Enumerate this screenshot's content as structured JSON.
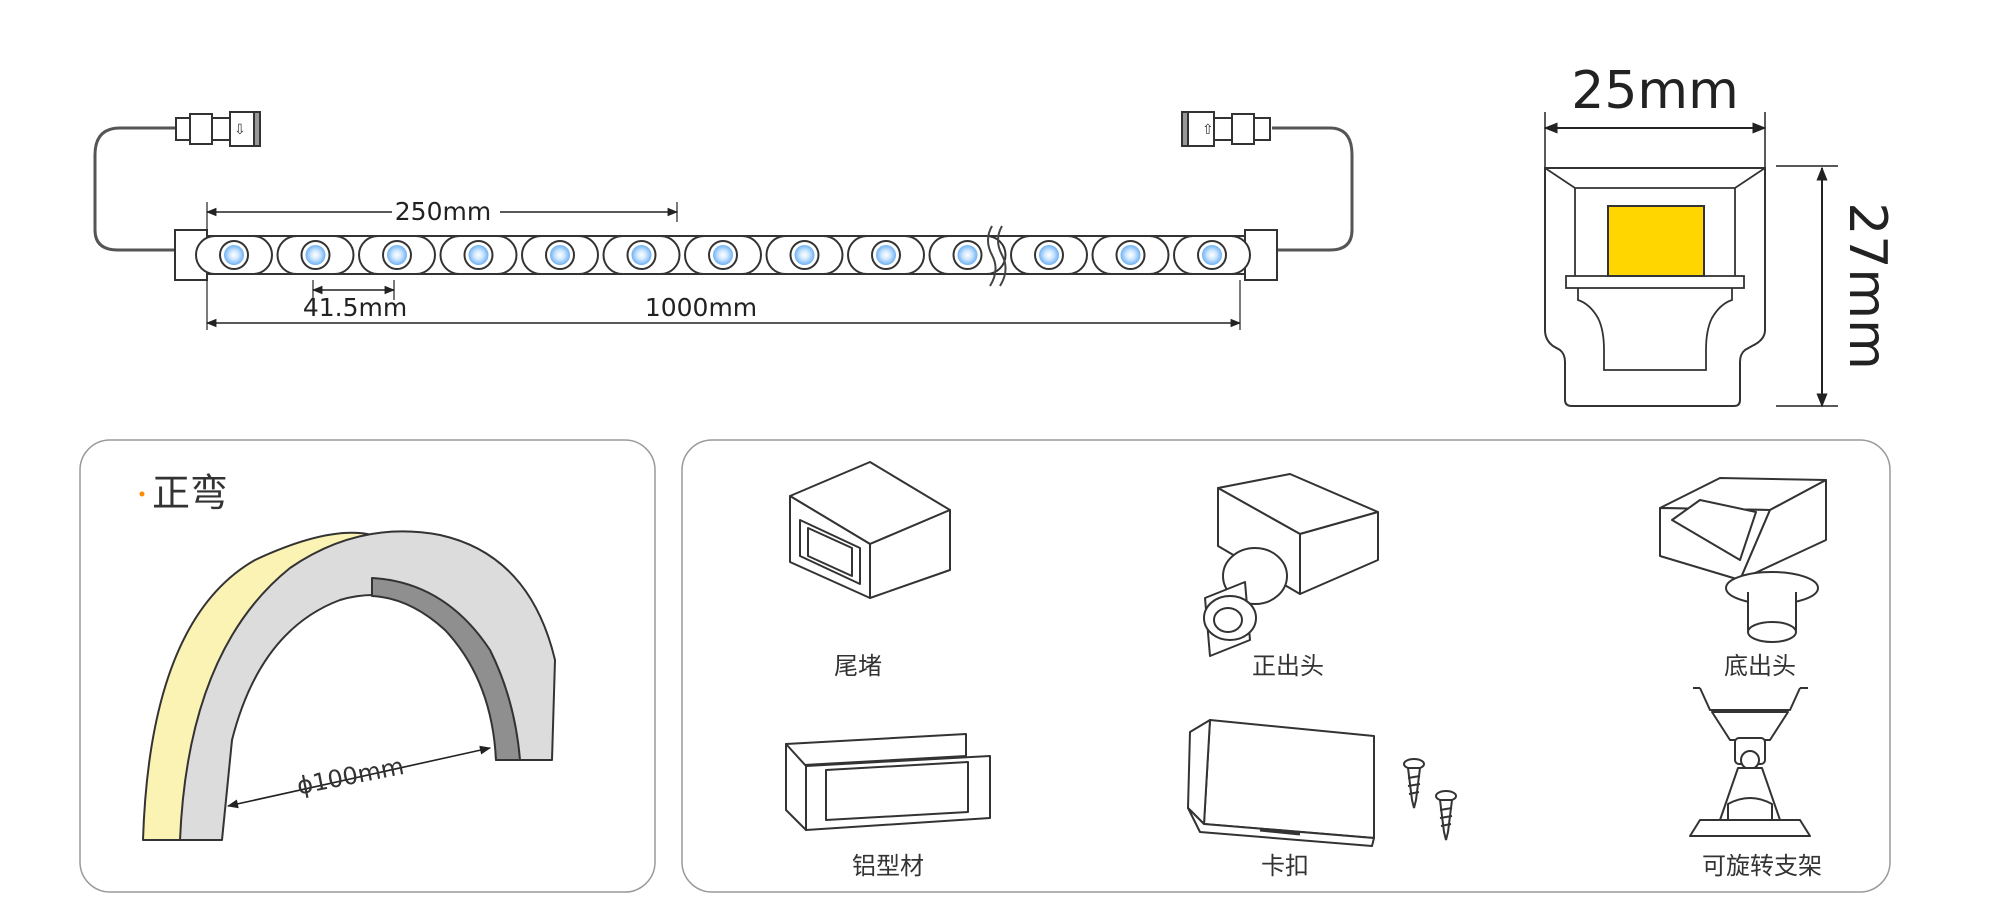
{
  "strip": {
    "dim_segment": "250mm",
    "dim_pitch": "41.5mm",
    "dim_length": "1000mm"
  },
  "profile": {
    "width": "25mm",
    "height": "27mm"
  },
  "bend": {
    "title": "正弯",
    "diameter": "ϕ100mm"
  },
  "accessories": [
    {
      "label": "尾堵"
    },
    {
      "label": "正出头"
    },
    {
      "label": "底出头"
    },
    {
      "label": "铝型材"
    },
    {
      "label": "卡扣"
    },
    {
      "label": "可旋转支架"
    }
  ],
  "colors": {
    "accent": "#ff8a00",
    "led_chip": "#ffd600",
    "led_glow": "#8ec8ff",
    "bend_light": "#fbf3b4",
    "bend_gray": "#dcdcdc",
    "bend_dark": "#8f8f8f"
  }
}
